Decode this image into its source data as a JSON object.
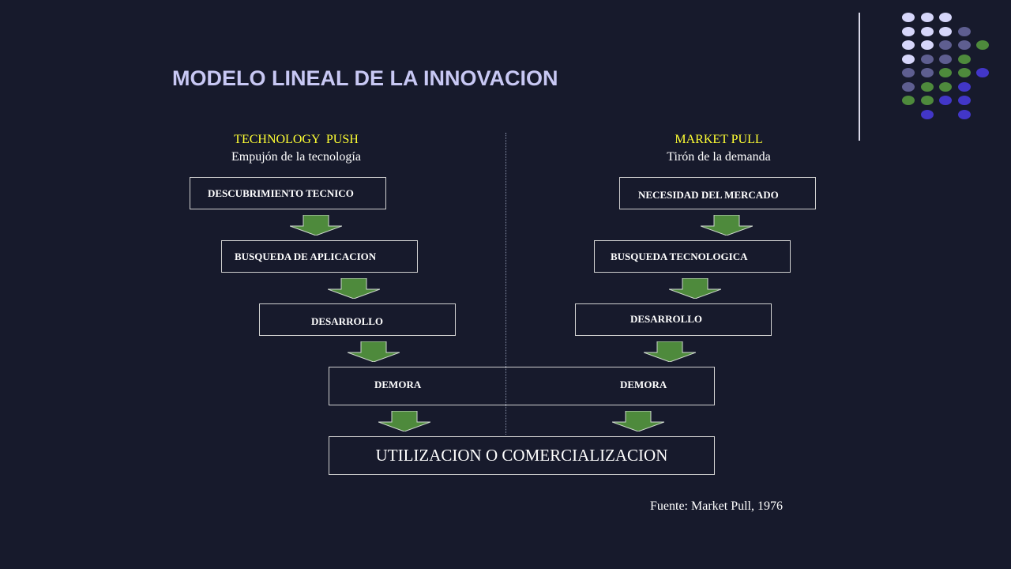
{
  "title": "MODELO LINEAL DE LA INNOVACION",
  "left": {
    "heading": "TECHNOLOGY  PUSH",
    "subheading": "Empujón de la tecnología",
    "steps": [
      "DESCUBRIMIENTO TECNICO",
      "BUSQUEDA DE APLICACION",
      "DESARROLLO"
    ]
  },
  "right": {
    "heading": "MARKET PULL",
    "subheading": "Tirón de la demanda",
    "steps": [
      "NECESIDAD DEL MERCADO",
      "BUSQUEDA TECNOLOGICA",
      "DESARROLLO"
    ]
  },
  "shared": {
    "delay_left": "DEMORA",
    "delay_right": "DEMORA",
    "final": "UTILIZACION O COMERCIALIZACION"
  },
  "source": "Fuente: Market Pull, 1976",
  "colors": {
    "background": "#171a2c",
    "arrow": "#4e8a3c",
    "title": "#c8c8f4",
    "heading": "#ffff33"
  },
  "decor_dots": [
    [
      "lavender",
      "lavender",
      "lavender"
    ],
    [
      "lavender",
      "lavender",
      "lavender",
      "slate"
    ],
    [
      "lavender",
      "lavender",
      "slate",
      "slate",
      "green"
    ],
    [
      "lavender",
      "slate",
      "slate",
      "green"
    ],
    [
      "slate",
      "slate",
      "green",
      "green",
      "blue"
    ],
    [
      "slate",
      "green",
      "green",
      "blue"
    ],
    [
      "green",
      "green",
      "blue",
      "blue"
    ],
    [
      "",
      "blue",
      "",
      "blue"
    ]
  ]
}
